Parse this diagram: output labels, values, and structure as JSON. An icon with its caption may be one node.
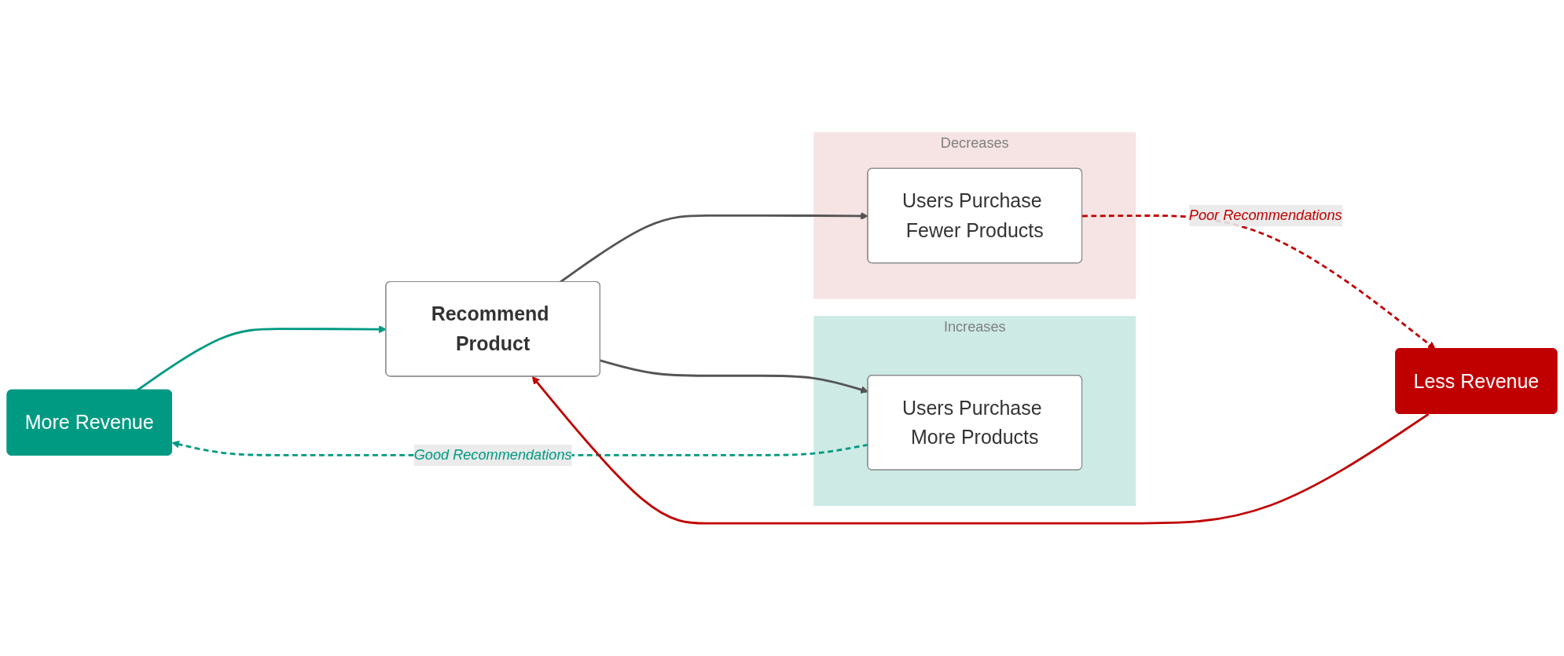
{
  "diagram": {
    "nodes": [
      {
        "text": [
          "More Revenue"
        ]
      },
      {
        "text": [
          "Increases"
        ]
      },
      {
        "text": [
          "Users Purchase More Products"
        ],
        "in": 1
      },
      {
        "text": [
          "Recommend Product"
        ]
      },
      {
        "text": [
          "Decreases"
        ]
      },
      {
        "text": [
          "Users Purchase Fewer Products"
        ],
        "in": 4
      },
      {
        "text": [
          "Less Revenue"
        ]
      }
    ],
    "edges": [
      {
        "from": 0,
        "to": 3,
        "arrow": "to",
        "color": "#009a82"
      },
      {
        "from": 3,
        "to": 2,
        "arrow": "to",
        "color": "#555555"
      },
      {
        "from": 3,
        "to": 5,
        "arrow": "to",
        "color": "#555555"
      },
      {
        "from": 2,
        "to": 0,
        "arrow": "to",
        "label": "Good Recommendations",
        "style": "dashed",
        "color": "#009a82"
      },
      {
        "from": 5,
        "to": 6,
        "arrow": "to",
        "label": "Poor Recommendations",
        "style": "dashed",
        "color": "#c00000"
      },
      {
        "from": 6,
        "to": 3,
        "arrow": "to",
        "color": "#c00000"
      }
    ]
  }
}
